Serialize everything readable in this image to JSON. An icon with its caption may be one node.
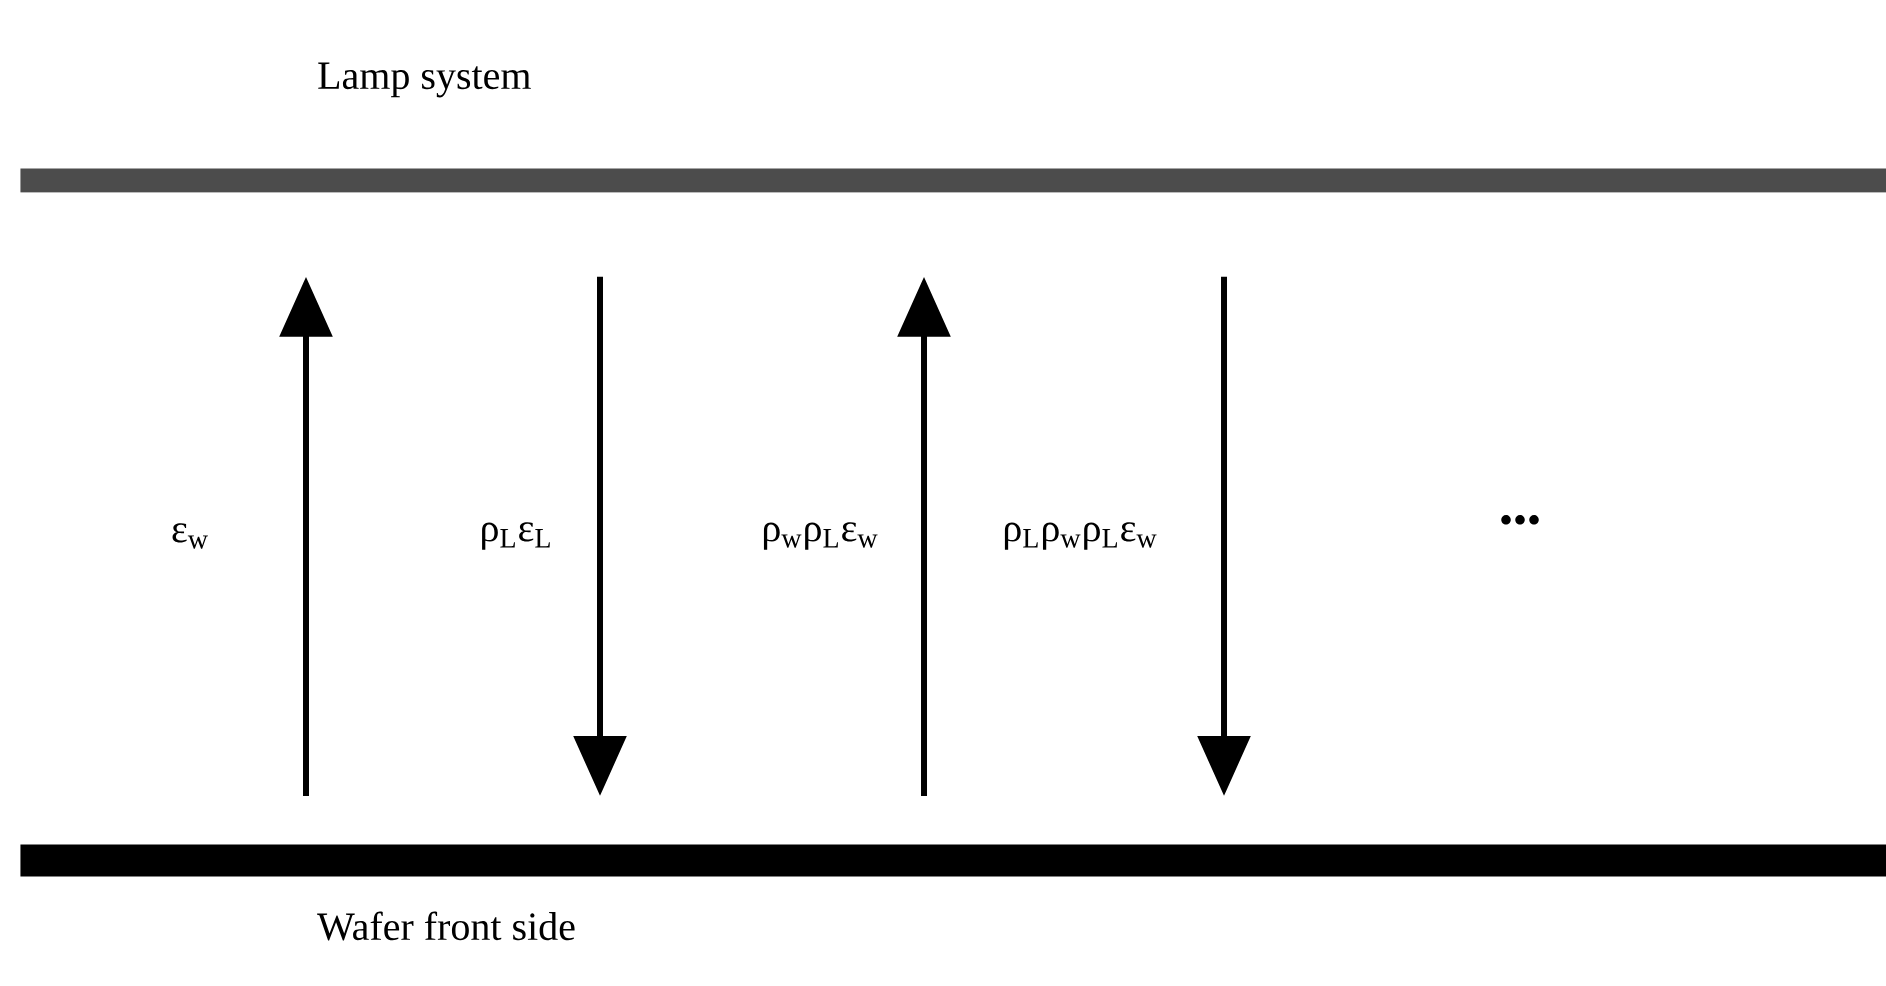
{
  "diagram": {
    "nodes": [
      {
        "text": [
          "Lamp system"
        ]
      },
      {
        "text": [
          "Wafer front side"
        ]
      }
    ],
    "edges": [
      {
        "from": 1,
        "to": 0,
        "arrow": "to",
        "label": "ε$_{w}$"
      },
      {
        "from": 0,
        "to": 1,
        "arrow": "to",
        "label": "ρ$_{L}$ε$_{L}$"
      },
      {
        "from": 1,
        "to": 0,
        "arrow": "to",
        "label": "ρ$_{w}$ρ$_{L}$ε$_{w}$"
      },
      {
        "from": 0,
        "to": 1,
        "arrow": "to",
        "label": "ρ$_{L}$ρ$_{w}$ρ$_{L}$ε$_{w}$"
      }
    ],
    "labels": [
      "•••"
    ]
  }
}
